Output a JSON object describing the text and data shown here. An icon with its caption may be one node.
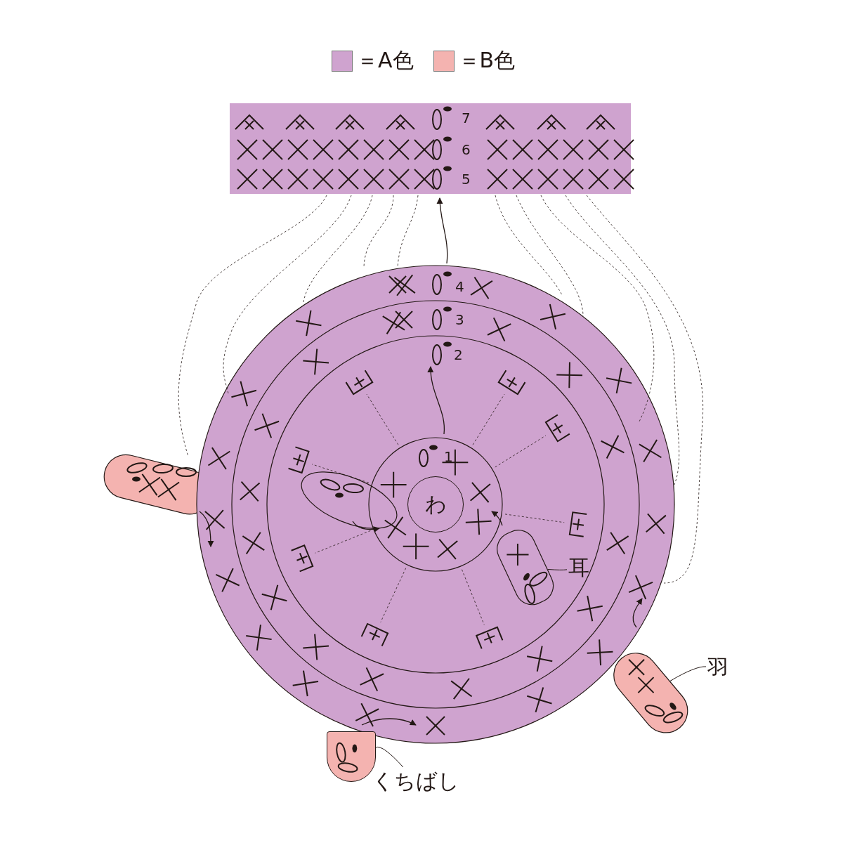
{
  "diagram": {
    "nodes": [
      {
        "text": [
          "わ"
        ]
      },
      {
        "text": [
          "耳"
        ]
      },
      {
        "text": [],
        "shape": "box"
      },
      {
        "text": [
          "羽"
        ]
      },
      {
        "text": [],
        "shape": "bar"
      },
      {
        "text": [
          "くちばし"
        ]
      },
      {
        "text": [],
        "shape": "box"
      }
    ],
    "edges": [
      {
        "from": 1,
        "to": 2,
        "arrow": "none"
      },
      {
        "from": 3,
        "to": 4,
        "arrow": "none"
      },
      {
        "from": 5,
        "to": 6,
        "arrow": "none"
      }
    ],
    "labels": [
      "7",
      "6",
      "5",
      "4",
      "3",
      "2",
      "1"
    ],
    "legend": [
      {
        "text": "＝A色",
        "color": "#cfa3cf"
      },
      {
        "text": "＝B色",
        "color": "#f4b3b0"
      }
    ]
  }
}
